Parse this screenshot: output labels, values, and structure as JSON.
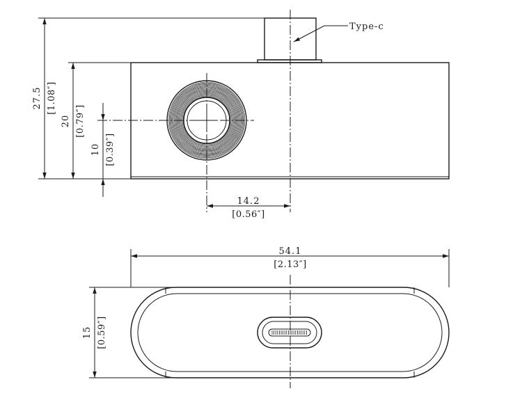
{
  "callout": {
    "port_label": "Type-c"
  },
  "front_view": {
    "height_total": {
      "mm": "27.5",
      "inch": "[1.08″]"
    },
    "height_body": {
      "mm": "20",
      "inch": "[0.79″]"
    },
    "lens_center_height": {
      "mm": "10",
      "inch": "[0.39″]"
    },
    "lens_offset": {
      "mm": "14.2",
      "inch": "[0.56″]"
    }
  },
  "bottom_view": {
    "width": {
      "mm": "54.1",
      "inch": "[2.13″]"
    },
    "depth": {
      "mm": "15",
      "inch": "[0.59″]"
    }
  }
}
